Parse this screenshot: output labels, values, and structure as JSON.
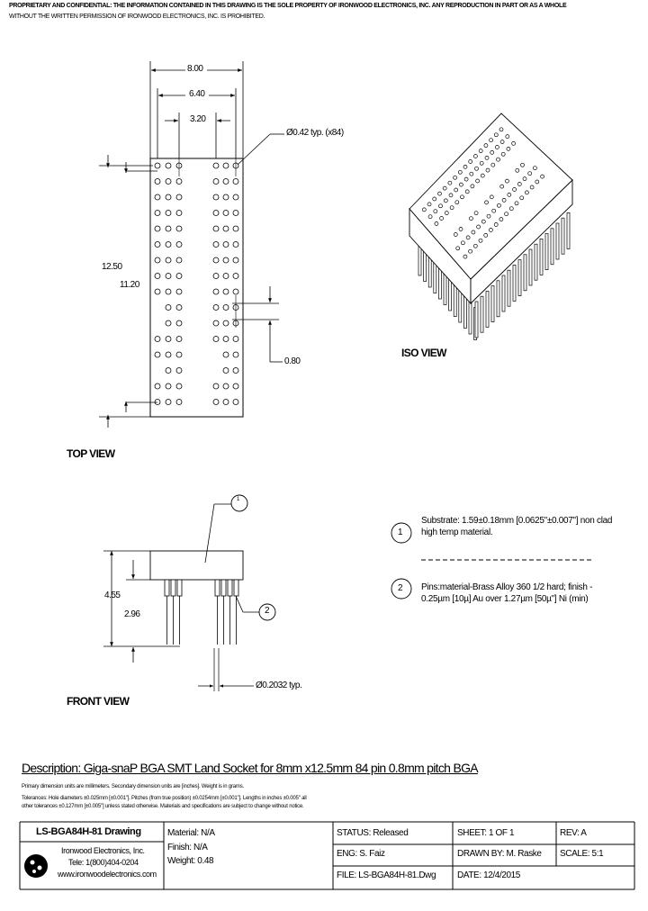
{
  "legal": {
    "line1": "PROPRIETARY AND CONFIDENTIAL: THE INFORMATION CONTAINED IN THIS DRAWING IS THE SOLE PROPERTY OF IRONWOOD ELECTRONICS, INC. ANY REPRODUCTION IN PART OR AS A WHOLE",
    "line2": "WITHOUT THE WRITTEN PERMISSION OF IRONWOOD ELECTRONICS, INC. IS PROHIBITED."
  },
  "top_view": {
    "label": "TOP VIEW",
    "dim_8": "8.00",
    "dim_64": "6.40",
    "dim_32": "3.20",
    "dim_1250": "12.50",
    "dim_1120": "11.20",
    "dim_080": "0.80",
    "hole_callout": "Ø0.42 typ. (x84)"
  },
  "iso_view": {
    "label": "ISO VIEW"
  },
  "front_view": {
    "label": "FRONT VIEW",
    "dim_455": "4.55",
    "dim_296": "2.96",
    "pin_callout": "Ø0.2032 typ.",
    "balloon_1": "1",
    "balloon_2": "2"
  },
  "notes": {
    "n1_num": "1",
    "n1_text": "Substrate: 1.59±0.18mm [0.0625\"±0.007\"] non clad high temp material.",
    "n2_num": "2",
    "n2_text": "Pins:material-Brass Alloy 360 1/2 hard; finish - 0.25µm [10µ] Au over 1.27µm [50µ\"] Ni (min)"
  },
  "description": {
    "title": "Description: Giga-snaP BGA SMT Land Socket for 8mm x12.5mm 84 pin 0.8mm pitch BGA",
    "line1": "Primary dimension units are millimeters. Secondary dimension units are [inches]. Weight is in grams.",
    "line2": "Tolerances: Hole diameters ±0.025mm [±0.001\"]. Pitches (from true position) ±0.0254mm [±0.001\"]. Lengths in inches ±0.005\" all",
    "line3": "other tolerances ±0.127mm [±0.005\"] unless stated otherwise. Materials and specifications are subject to change without notice."
  },
  "title_block": {
    "drawing_title": "LS-BGA84H-81 Drawing",
    "company": "Ironwood Electronics, Inc.",
    "tel": "Tele: 1(800)404-0204",
    "web": "www.ironwoodelectronics.com",
    "material": "Material: N/A",
    "finish": "Finish: N/A",
    "weight": "Weight: 0.48",
    "status": "STATUS: Released",
    "eng": "ENG: S. Faiz",
    "file": "FILE: LS-BGA84H-81.Dwg",
    "sheet": "SHEET: 1 OF 1",
    "drawn_by": "DRAWN BY: M. Raske",
    "date": "DATE: 12/4/2015",
    "rev": "REV: A",
    "scale": "SCALE: 5:1"
  }
}
